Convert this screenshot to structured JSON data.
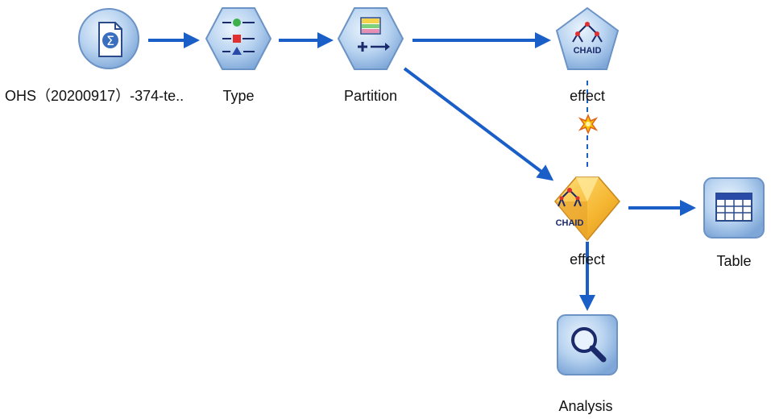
{
  "stream": {
    "nodes": {
      "source": {
        "label": "OHS（20200917）-374-te..",
        "icon": "statistics-file-icon"
      },
      "type": {
        "label": "Type",
        "icon": "type-icon"
      },
      "partition": {
        "label": "Partition",
        "icon": "partition-icon"
      },
      "chaid_modeler": {
        "label": "effect",
        "badge": "CHAID",
        "icon": "chaid-modeler-icon"
      },
      "chaid_nugget": {
        "label": "effect",
        "badge": "CHAID",
        "icon": "chaid-model-nugget-icon"
      },
      "table": {
        "label": "Table",
        "icon": "table-icon"
      },
      "analysis": {
        "label": "Analysis",
        "icon": "magnifier-icon"
      }
    },
    "link_color": "#1a5fc8",
    "node_fill": "#9ec2ea",
    "nugget_color": "#f5b631"
  }
}
